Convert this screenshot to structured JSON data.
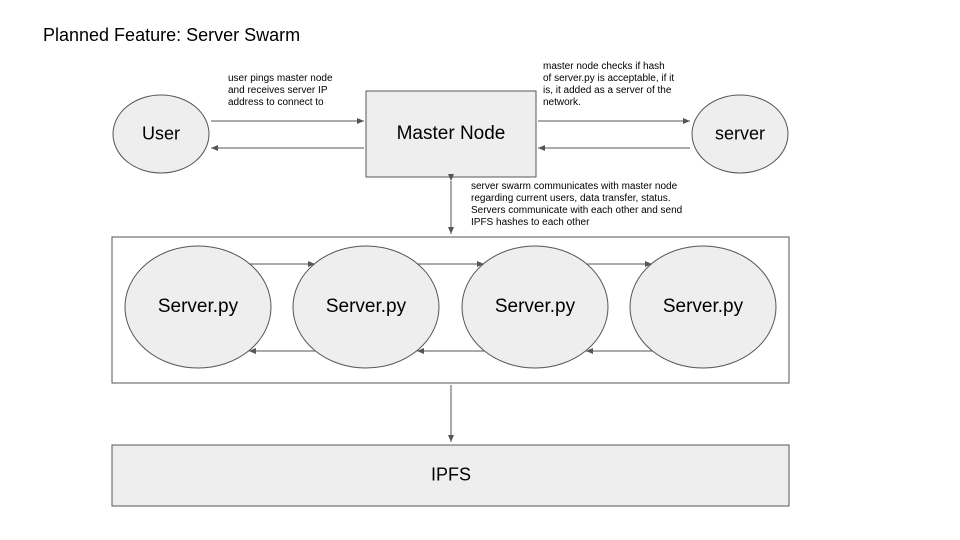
{
  "title": "Planned Feature: Server Swarm",
  "nodes": {
    "user": "User",
    "master": "Master Node",
    "server": "server",
    "swarm": [
      "Server.py",
      "Server.py",
      "Server.py",
      "Server.py"
    ],
    "ipfs": "IPFS"
  },
  "notes": {
    "user_master": "user pings master node\nand receives server IP\naddress to connect to",
    "master_server": "master node checks if hash\nof server.py is acceptable, if it\nis, it added as a server of the\nnetwork.",
    "master_swarm": "server swarm communicates with master node\nregarding current users, data transfer, status.\nServers communicate with each other and send\nIPFS hashes to each other"
  },
  "colors": {
    "fill": "#eeeeee",
    "stroke": "#555555",
    "arrow": "#555555"
  }
}
